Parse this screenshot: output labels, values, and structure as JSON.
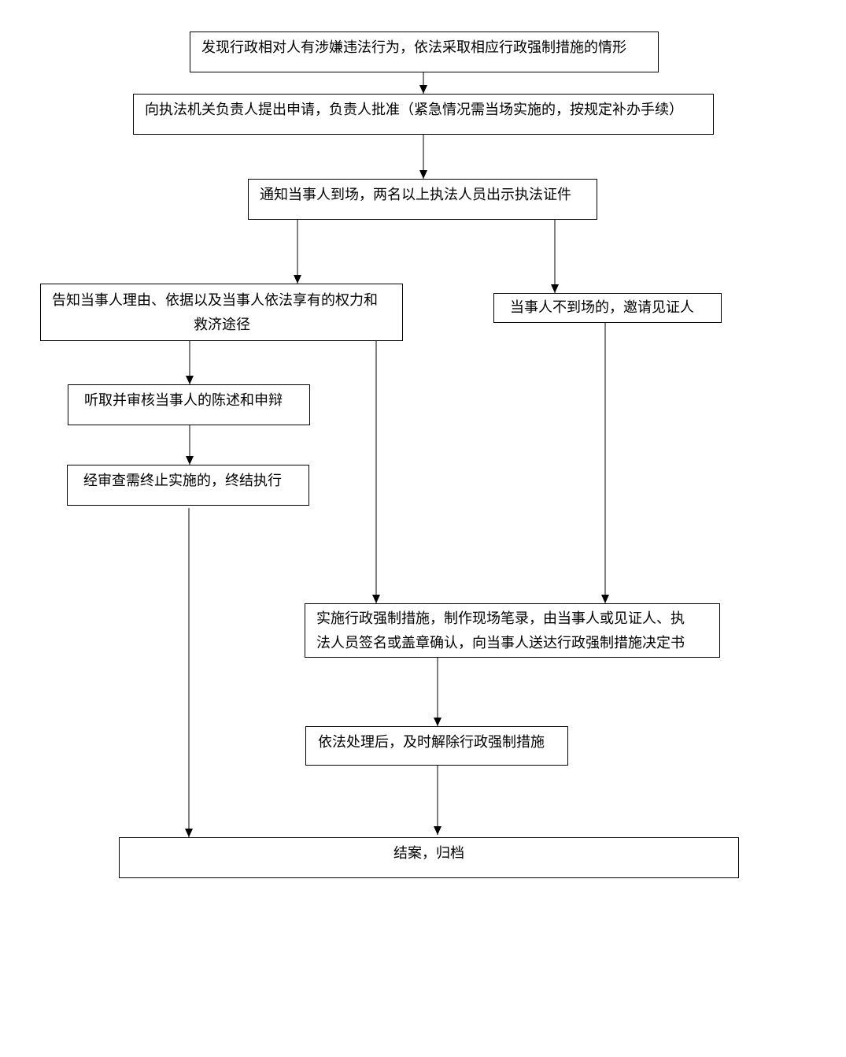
{
  "flowchart": {
    "nodes": {
      "discover": "发现行政相对人有涉嫌违法行为，依法采取相应行政强制措施的情形",
      "apply": "向执法机关负责人提出申请，负责人批准（紧急情况需当场实施的，按规定补办手续）",
      "notify": "通知当事人到场，两名以上执法人员出示执法证件",
      "inform_line1": "告知当事人理由、依据以及当事人依法享有的权力和",
      "inform_line2": "救济途径",
      "absent": "当事人不到场的，邀请见证人",
      "hear": "听取并审核当事人的陈述和申辩",
      "terminate": "经审查需终止实施的，终结执行",
      "implement_line1": "实施行政强制措施，制作现场笔录，由当事人或见证人、执",
      "implement_line2": "法人员签名或盖章确认，向当事人送达行政强制措施决定书",
      "release": "依法处理后，及时解除行政强制措施",
      "close": "结案，归档"
    }
  }
}
